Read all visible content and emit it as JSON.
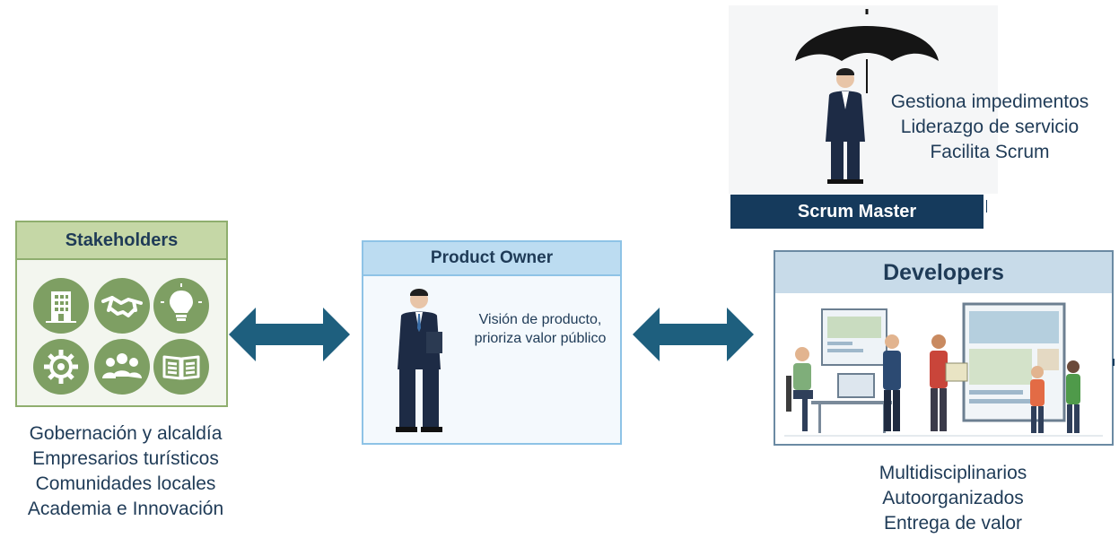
{
  "stakeholders": {
    "title": "Stakeholders",
    "icons": [
      "building-icon",
      "handshake-icon",
      "lightbulb-icon",
      "gear-leaf-icon",
      "group-icon",
      "book-icon"
    ],
    "items": [
      "Gobernación y alcaldía",
      "Empresarios turísticos",
      "Comunidades locales",
      "Academia e Innovación"
    ]
  },
  "product_owner": {
    "title": "Product Owner",
    "text_lines": [
      "Visión de producto,",
      "prioriza valor público"
    ]
  },
  "scrum_master": {
    "label": "Scrum Master",
    "items": [
      "Gestiona impedimentos",
      "Liderazgo de servicio",
      "Facilita Scrum"
    ]
  },
  "developers": {
    "title": "Developers",
    "items": [
      "Multidisciplinarios",
      "Autoorganizados",
      "Entrega de valor"
    ]
  },
  "colors": {
    "navy": "#153a5c",
    "text": "#1f3b57",
    "green": "#7e9f63",
    "light_green": "#c5d7a6",
    "light_blue": "#bcdcf1",
    "arrow": "#1e5f7e"
  }
}
